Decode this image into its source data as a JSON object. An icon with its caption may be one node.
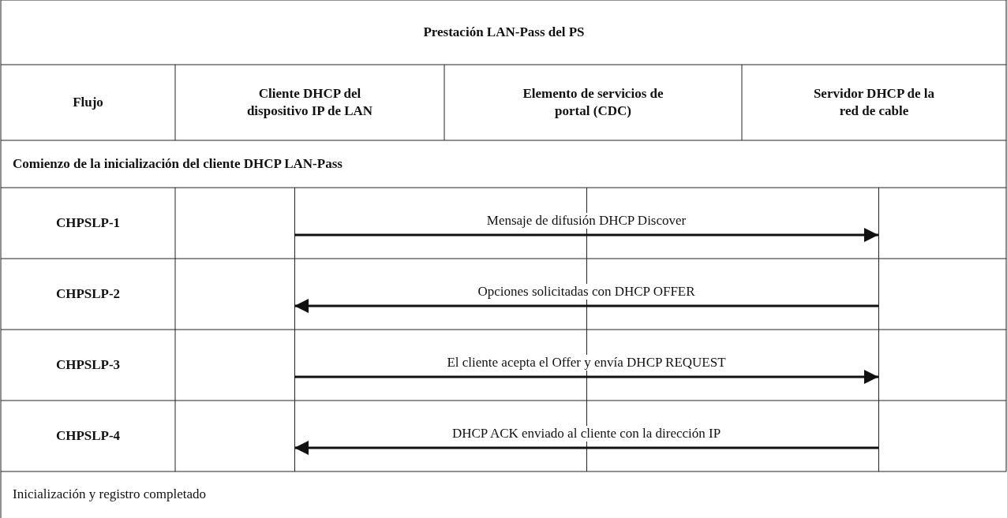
{
  "diagram": {
    "title": "Prestación LAN-Pass del PS",
    "nodes": [
      {
        "text": [
          "Cliente DHCP del dispositivo IP de LAN"
        ]
      },
      {
        "text": [
          "Elemento de servicios de portal (CDC)"
        ]
      },
      {
        "text": [
          "Servidor DHCP de la red de cable"
        ]
      },
      {
        "text": [],
        "shape": "bar"
      },
      {
        "text": [],
        "shape": "bar"
      },
      {
        "text": [],
        "shape": "bar"
      }
    ],
    "edges": [
      {
        "from": 3,
        "to": 5,
        "arrow": "to",
        "label": "Mensaje de difusión DHCP Discover"
      },
      {
        "from": 5,
        "to": 3,
        "arrow": "to",
        "label": "Opciones solicitadas con DHCP OFFER"
      },
      {
        "from": 3,
        "to": 5,
        "arrow": "to",
        "label": "El cliente acepta el Offer y envía DHCP REQUEST"
      },
      {
        "from": 5,
        "to": 3,
        "arrow": "to",
        "label": "DHCP ACK enviado al cliente con la dirección IP"
      }
    ],
    "labels": [
      "Flujo",
      "Comienzo de la inicialización del cliente DHCP LAN-Pass",
      "CHPSLP-1",
      "CHPSLP-2",
      "CHPSLP-3",
      "CHPSLP-4",
      "Inicialización y registro completado"
    ]
  }
}
